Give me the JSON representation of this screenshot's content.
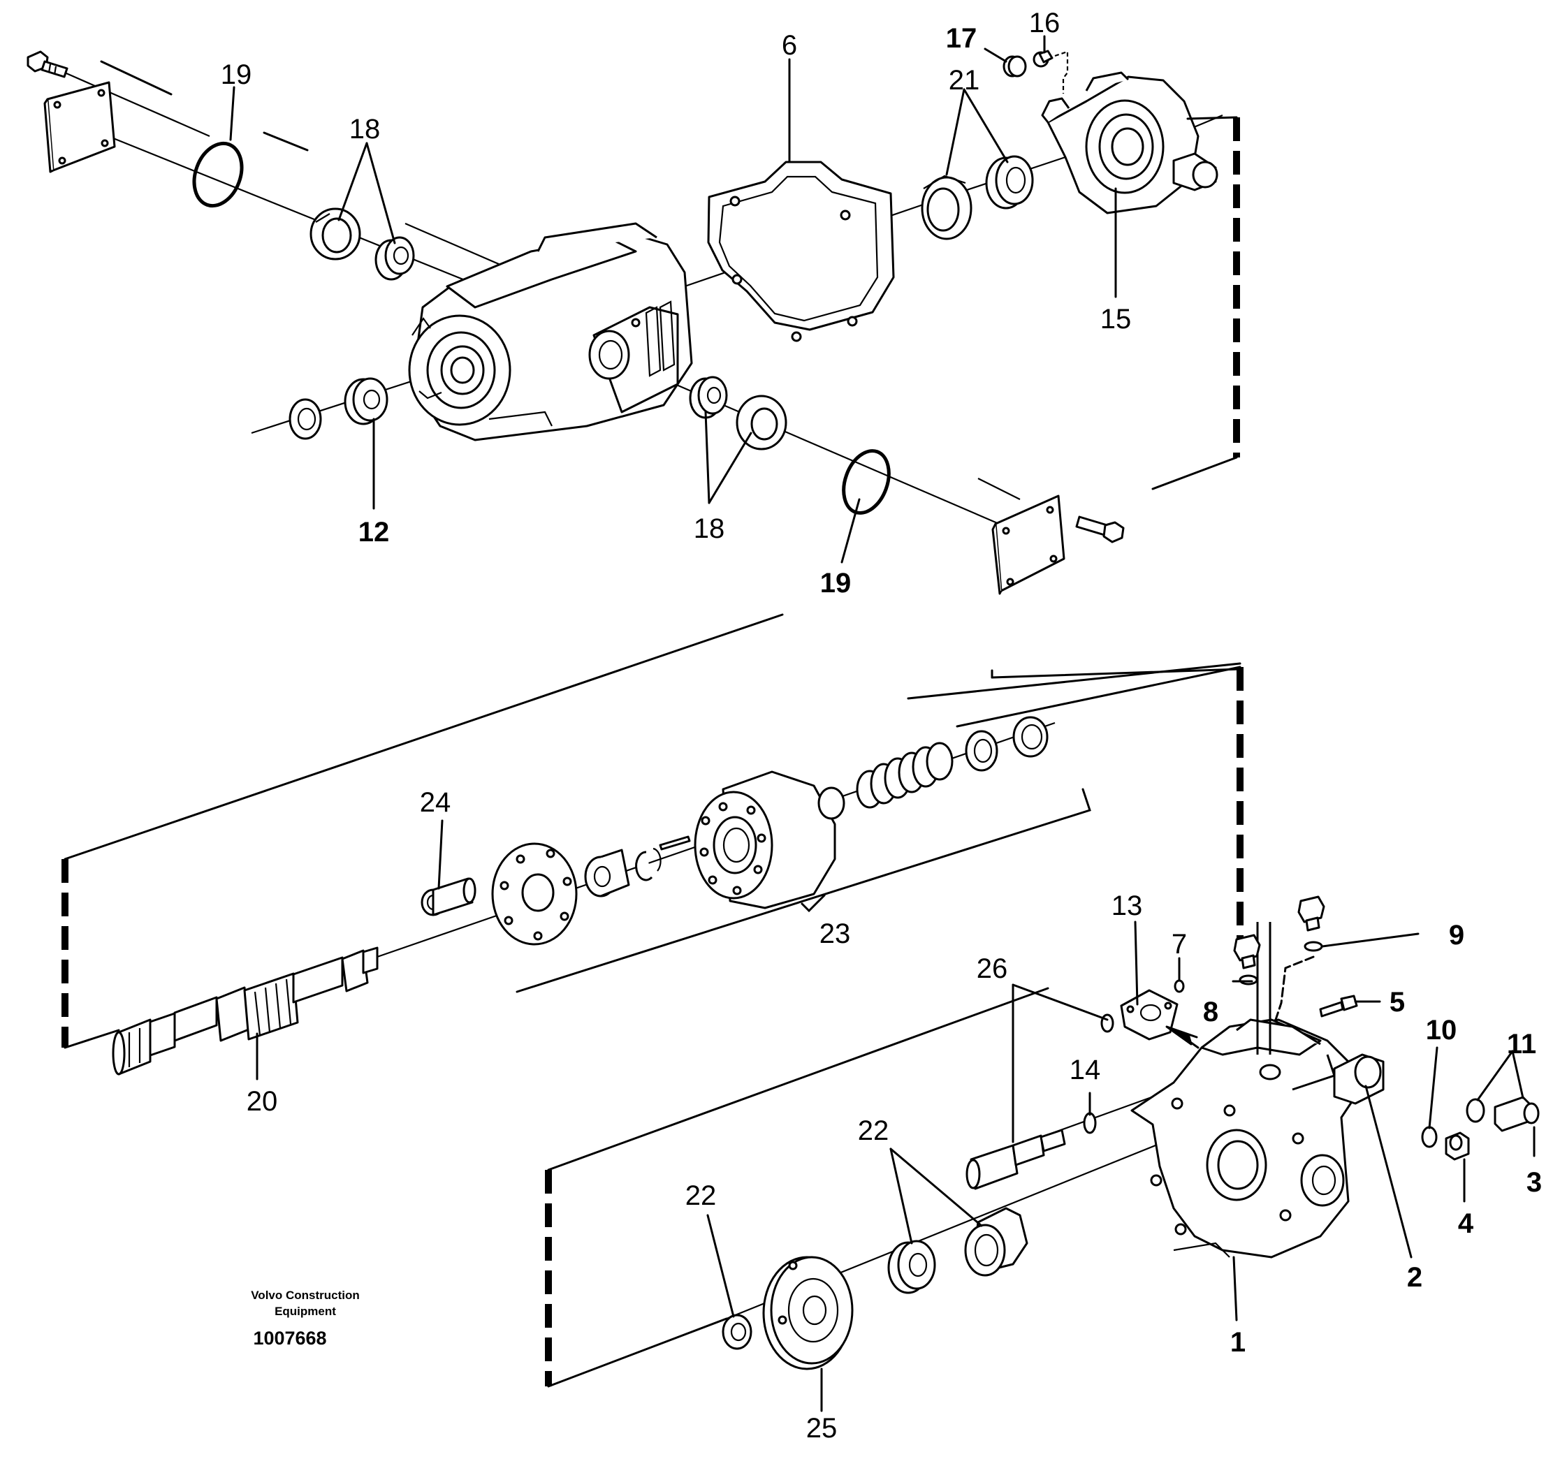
{
  "labels": [
    {
      "id": "p19a",
      "text": "19"
    },
    {
      "id": "p18a",
      "text": "18"
    },
    {
      "id": "p6",
      "text": "6"
    },
    {
      "id": "p17",
      "text": "17"
    },
    {
      "id": "p16",
      "text": "16"
    },
    {
      "id": "p21",
      "text": "21"
    },
    {
      "id": "p15",
      "text": "15"
    },
    {
      "id": "p12",
      "text": "12"
    },
    {
      "id": "p18b",
      "text": "18"
    },
    {
      "id": "p19b",
      "text": "19"
    },
    {
      "id": "p24",
      "text": "24"
    },
    {
      "id": "p23",
      "text": "23"
    },
    {
      "id": "p20",
      "text": "20"
    },
    {
      "id": "p13",
      "text": "13"
    },
    {
      "id": "p7",
      "text": "7"
    },
    {
      "id": "p9",
      "text": "9"
    },
    {
      "id": "p26",
      "text": "26"
    },
    {
      "id": "p8",
      "text": "8"
    },
    {
      "id": "p5",
      "text": "5"
    },
    {
      "id": "p10",
      "text": "10"
    },
    {
      "id": "p11",
      "text": "11"
    },
    {
      "id": "p14",
      "text": "14"
    },
    {
      "id": "p22a",
      "text": "22"
    },
    {
      "id": "p22b",
      "text": "22"
    },
    {
      "id": "p3",
      "text": "3"
    },
    {
      "id": "p4",
      "text": "4"
    },
    {
      "id": "p2",
      "text": "2"
    },
    {
      "id": "p1",
      "text": "1"
    },
    {
      "id": "p25",
      "text": "25"
    }
  ],
  "credit": {
    "line1": "Volvo Construction",
    "line2": "Equipment",
    "code": "1007668"
  }
}
